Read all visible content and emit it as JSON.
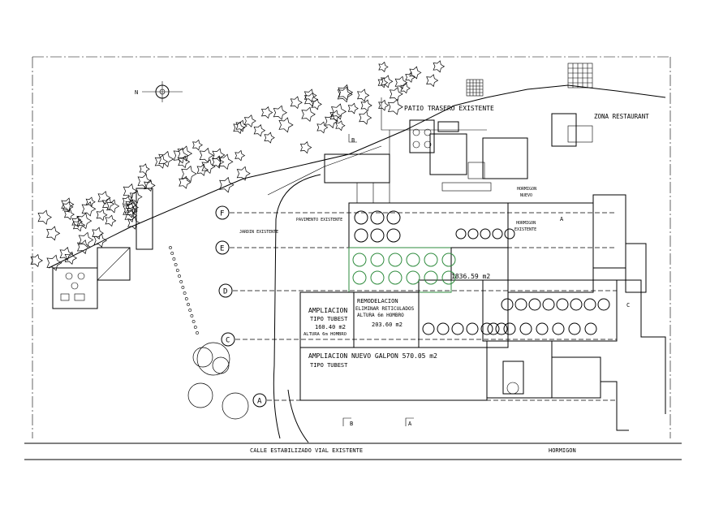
{
  "labels": {
    "patio": "PATIO TRASERO EXISTENTE",
    "zona_restaurant": "ZONA RESTAURANT",
    "hormigon_nuevo_1": "HORMIGON",
    "hormigon_nuevo_2": "NUEVO",
    "hormigon_existente_1": "HORMIGON",
    "hormigon_existente_2": "EXISTENTE",
    "jardin": "JARDIN EXISTENTE",
    "pavimento": "PAVIMENTO EXISTENTE",
    "area_interior": "1836.59 m2",
    "amp1_1": "AMPLIACION",
    "amp1_2": "TIPO TUBEST",
    "amp1_3": "160.40 m2",
    "amp1_4": "ALTURA 6m HOMBRO",
    "remod_1": "REMODELACION",
    "remod_2": "ELIMINAR RETICULADOS",
    "remod_3": "ALTURA 6m HOMBRO",
    "remod_4": "203.60 m2",
    "amp2_1": "AMPLIACION NUEVO GALPON 570.05 m2",
    "amp2_2": "TIPO TUBEST",
    "calle": "CALLE ESTABILIZADO VIAL EXISTENTE",
    "hormigon_bottom": "HORMIGON",
    "north": "N"
  },
  "axes": [
    "F",
    "E",
    "D",
    "C",
    "A"
  ],
  "section_marks": {
    "top_b": "B",
    "bottom_b": "B",
    "bottom_a": "A",
    "mid_a": "A",
    "right_c": "C"
  }
}
